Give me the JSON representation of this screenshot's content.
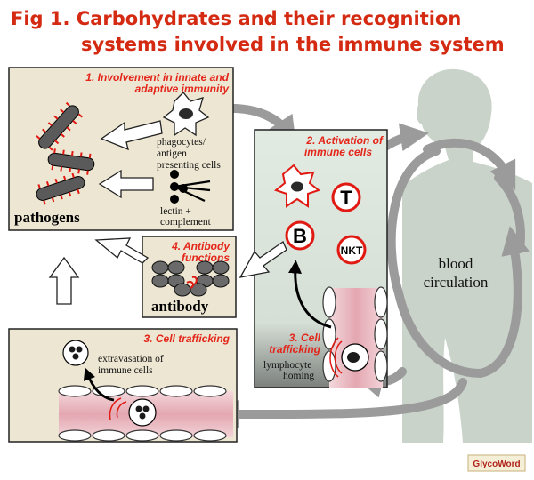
{
  "figure": {
    "title_line1": "Fig 1. Carbohydrates and their recognition",
    "title_line2": "systems involved in the immune system",
    "panel1": {
      "title_line1": "1. Involvement in innate and",
      "title_line2": "adaptive immunity",
      "phagocytes_line1": "phagocytes/",
      "phagocytes_line2": "antigen",
      "phagocytes_line3": "presenting cells",
      "lectin_line1": "lectin +",
      "lectin_line2": "complement",
      "pathogens": "pathogens"
    },
    "panel2": {
      "title_line1": "2. Activation of",
      "title_line2": "immune cells",
      "cell_t": "T",
      "cell_b": "B",
      "cell_nkt": "NKT",
      "trafficking_line1": "3. Cell",
      "trafficking_line2": "trafficking",
      "homing_line1": "lymphocyte",
      "homing_line2": "homing"
    },
    "panel3": {
      "title_line1": "4. Antibody",
      "title_line2": "functions",
      "antibody": "antibody"
    },
    "panel4": {
      "title": "3. Cell trafficking",
      "extravasation_line1": "extravasation of",
      "extravasation_line2": "immune cells"
    },
    "blood_line1": "blood",
    "blood_line2": "circulation",
    "logo": "GlycoWord"
  },
  "colors": {
    "title_red": "#d42a12",
    "panel_bg": "#ede6d2",
    "panel2_bg": "#dce6de",
    "silhouette": "#c9d3ca",
    "arrow_gray": "#9b9b9b",
    "lectin_red": "#e01a12",
    "vessel_pink": "#e7b7bf"
  }
}
